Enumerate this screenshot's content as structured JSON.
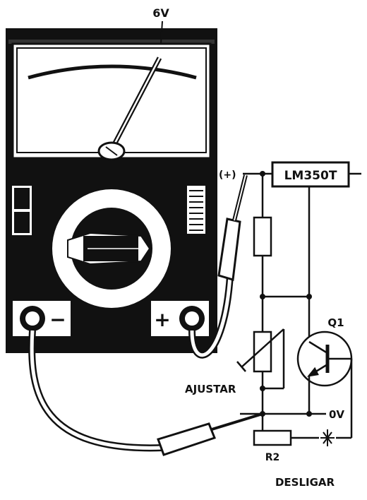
{
  "meter": {
    "reading": "6V",
    "minus_label": "−",
    "plus_label": "+"
  },
  "circuit": {
    "probe_label": "(+)",
    "regulator": "LM350T",
    "transistor": "Q1",
    "adjust_label": "AJUSTAR",
    "ground_label": "0V",
    "resistor_r2": "R2",
    "disconnect_label": "DESLIGAR"
  }
}
